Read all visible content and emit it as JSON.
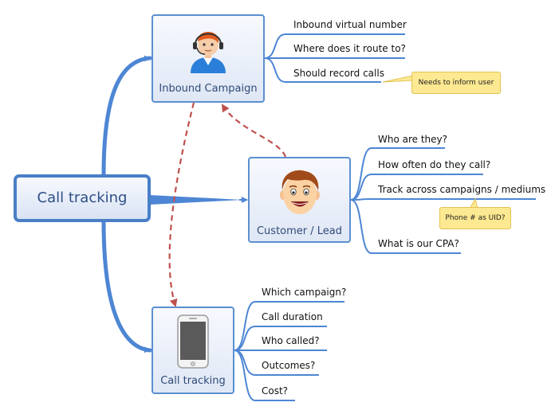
{
  "central": {
    "label": "Call tracking"
  },
  "topics": {
    "inbound": {
      "label": "Inbound Campaign",
      "icon": "operator-headset-icon",
      "items": [
        "Inbound virtual number",
        "Where does it route to?",
        "Should record calls"
      ],
      "note": "Needs to inform user"
    },
    "customer": {
      "label": "Customer / Lead",
      "icon": "smiling-face-icon",
      "items": [
        "Who are they?",
        "How often do they call?",
        "Track across campaigns / mediums",
        "What is our CPA?"
      ],
      "note": "Phone # as UID?"
    },
    "calltracking": {
      "label": "Call tracking",
      "icon": "mobile-phone-icon",
      "items": [
        "Which campaign?",
        "Call duration",
        "Who called?",
        "Outcomes?",
        "Cost?"
      ]
    }
  },
  "colors": {
    "branch": "#4d86d4",
    "relation": "#c0504d",
    "note": "#fde991"
  }
}
